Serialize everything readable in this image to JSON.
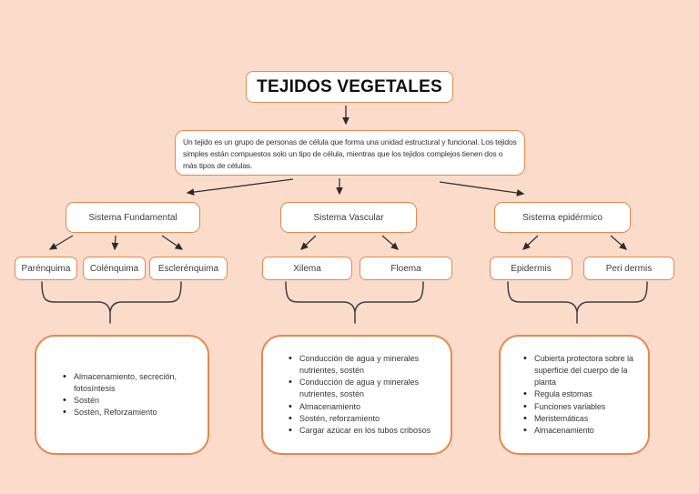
{
  "diagram": {
    "title": "TEJIDOS VEGETALES",
    "description": "Un tejido es un grupo de personas de célula que forma una unidad estructural y funcional. Los tejidos simples están compuestos solo un tipo de célula, mientras que los tejidos complejos tienen dos o más tipos de células.",
    "branches": [
      {
        "name": "Sistema Fundamental",
        "children": [
          "Parénquima",
          "Colénquima",
          "Esclerénquima"
        ],
        "functions": [
          "Almacenamiento, secreción, fotosíntesis",
          "Sostén",
          "Sostén, Reforzamiento"
        ]
      },
      {
        "name": "Sistema Vascular",
        "children": [
          "Xilema",
          "Floema"
        ],
        "functions": [
          "Conducción de agua y minerales nutrientes, sostén",
          "Conducción de agua y minerales nutrientes, sostén",
          "Almacenamiento",
          "Sostén, reforzamiento",
          "Cargar azúcar en los tubos cribosos"
        ]
      },
      {
        "name": "Sistema epidérmico",
        "children": [
          "Epidermis",
          "Peri dermis"
        ],
        "functions": [
          "Cubierta protectora sobre la superficie del cuerpo de la planta",
          "Regula estomas",
          "Funciones variables",
          "Meristemáticas",
          "Almacenamiento"
        ]
      }
    ],
    "colors": {
      "background": "#fbdcca",
      "box_border": "#e8874e",
      "box_fill": "#ffffff",
      "connector": "#333333",
      "text": "#3c3c3c"
    }
  }
}
